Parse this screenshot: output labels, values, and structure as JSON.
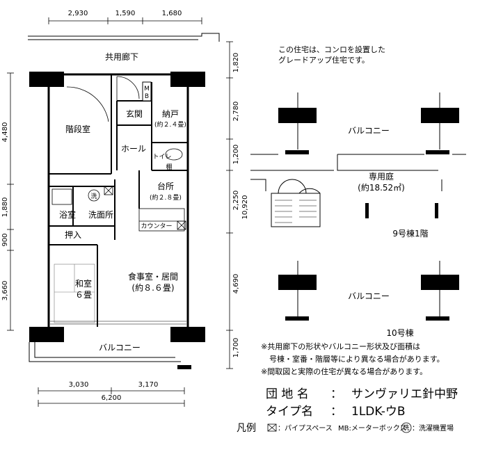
{
  "dims": {
    "top": [
      "2,930",
      "1,590",
      "1,680"
    ],
    "left": [
      "4,480",
      "1,880",
      "900",
      "3,660"
    ],
    "right": [
      "1,820",
      "2,780",
      "1,200",
      "2,250",
      "10,920",
      "4,690",
      "1,700"
    ],
    "bottom": [
      "3,030",
      "3,170"
    ],
    "bottom_total": "6,200"
  },
  "rooms": {
    "corridor": "共用廊下",
    "stairwell": "階段室",
    "entrance": "玄関",
    "storage": "納戸",
    "storage_size": "(約２.４畳)",
    "hall": "ホール",
    "toilet": "トイレ",
    "kitchen": "台所",
    "kitchen_size": "(約２.８畳)",
    "counter": "カウンター",
    "bath": "浴室",
    "washroom": "洗面所",
    "closet": "押入",
    "japanese_room": "和室",
    "japanese_size": "６畳",
    "living": "食事室・居間",
    "living_size": "(約８.６畳)",
    "balcony": "バルコニー",
    "mb": "MB",
    "wash_mark": "洗",
    "shelf": "棚"
  },
  "notes": {
    "stove_line1": "この住宅は、コンロを設置した",
    "stove_line2": "グレードアップ住宅です。",
    "garden": "専用庭",
    "garden_size": "(約18.52㎡)",
    "balcony_upper": "バルコニー",
    "balcony_lower": "バルコニー",
    "building9": "9号棟1階",
    "building10": "10号棟",
    "caveat1": "※共用廊下の形状やバルコニー形状及び面積は",
    "caveat2": "号棟・室番・階層等により異なる場合があります。",
    "caveat3": "※間取図と実際の住宅が異なる場合があります。"
  },
  "info": {
    "estate_label": "団 地 名",
    "sep": "：",
    "estate_value": "サンヴァリエ針中野",
    "type_label": "タイプ名",
    "type_value": "1LDK-ウB"
  },
  "legend": {
    "title": "凡例",
    "pipe": "：パイプスペース",
    "meter": "MB:メーターボックス",
    "wash": "洗",
    "washer": "：洗濯機置場"
  }
}
